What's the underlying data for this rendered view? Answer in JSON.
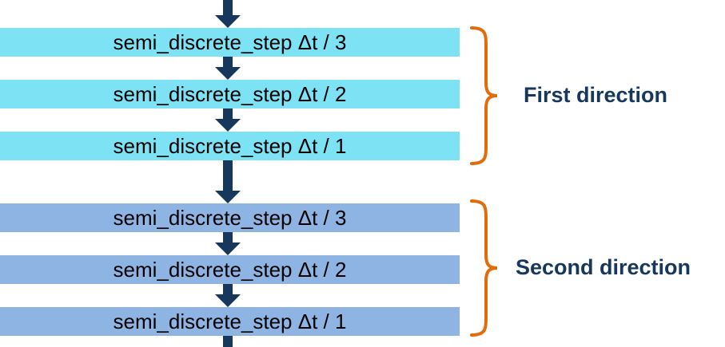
{
  "colors": {
    "background": "#ffffff",
    "bar_first": "#7de2f4",
    "bar_second": "#8db4e2",
    "bar_text": "#000000",
    "arrow": "#17375d",
    "brace": "#e36c0a",
    "label": "#17375d"
  },
  "groups": [
    {
      "label": "First direction",
      "steps": [
        "semi_discrete_step Δt / 3",
        "semi_discrete_step Δt / 2",
        "semi_discrete_step Δt / 1"
      ]
    },
    {
      "label": "Second direction",
      "steps": [
        "semi_discrete_step Δt / 3",
        "semi_discrete_step Δt / 2",
        "semi_discrete_step Δt / 1"
      ]
    }
  ]
}
